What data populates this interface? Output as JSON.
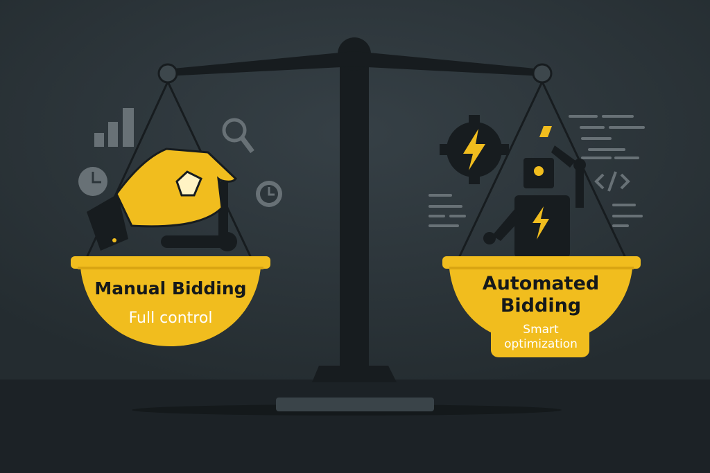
{
  "left_pan": {
    "title": "Manual Bidding",
    "subtitle": "Full control"
  },
  "right_pan": {
    "title_line1": "Automated",
    "title_line2": "Bidding",
    "subtitle_line1": "Smart",
    "subtitle_line2": "optimization"
  },
  "colors": {
    "background": "#2c353a",
    "floor": "#1c2226",
    "accent": "#f1bd1e",
    "dark": "#15191b",
    "muted_icon": "#6b7479"
  }
}
